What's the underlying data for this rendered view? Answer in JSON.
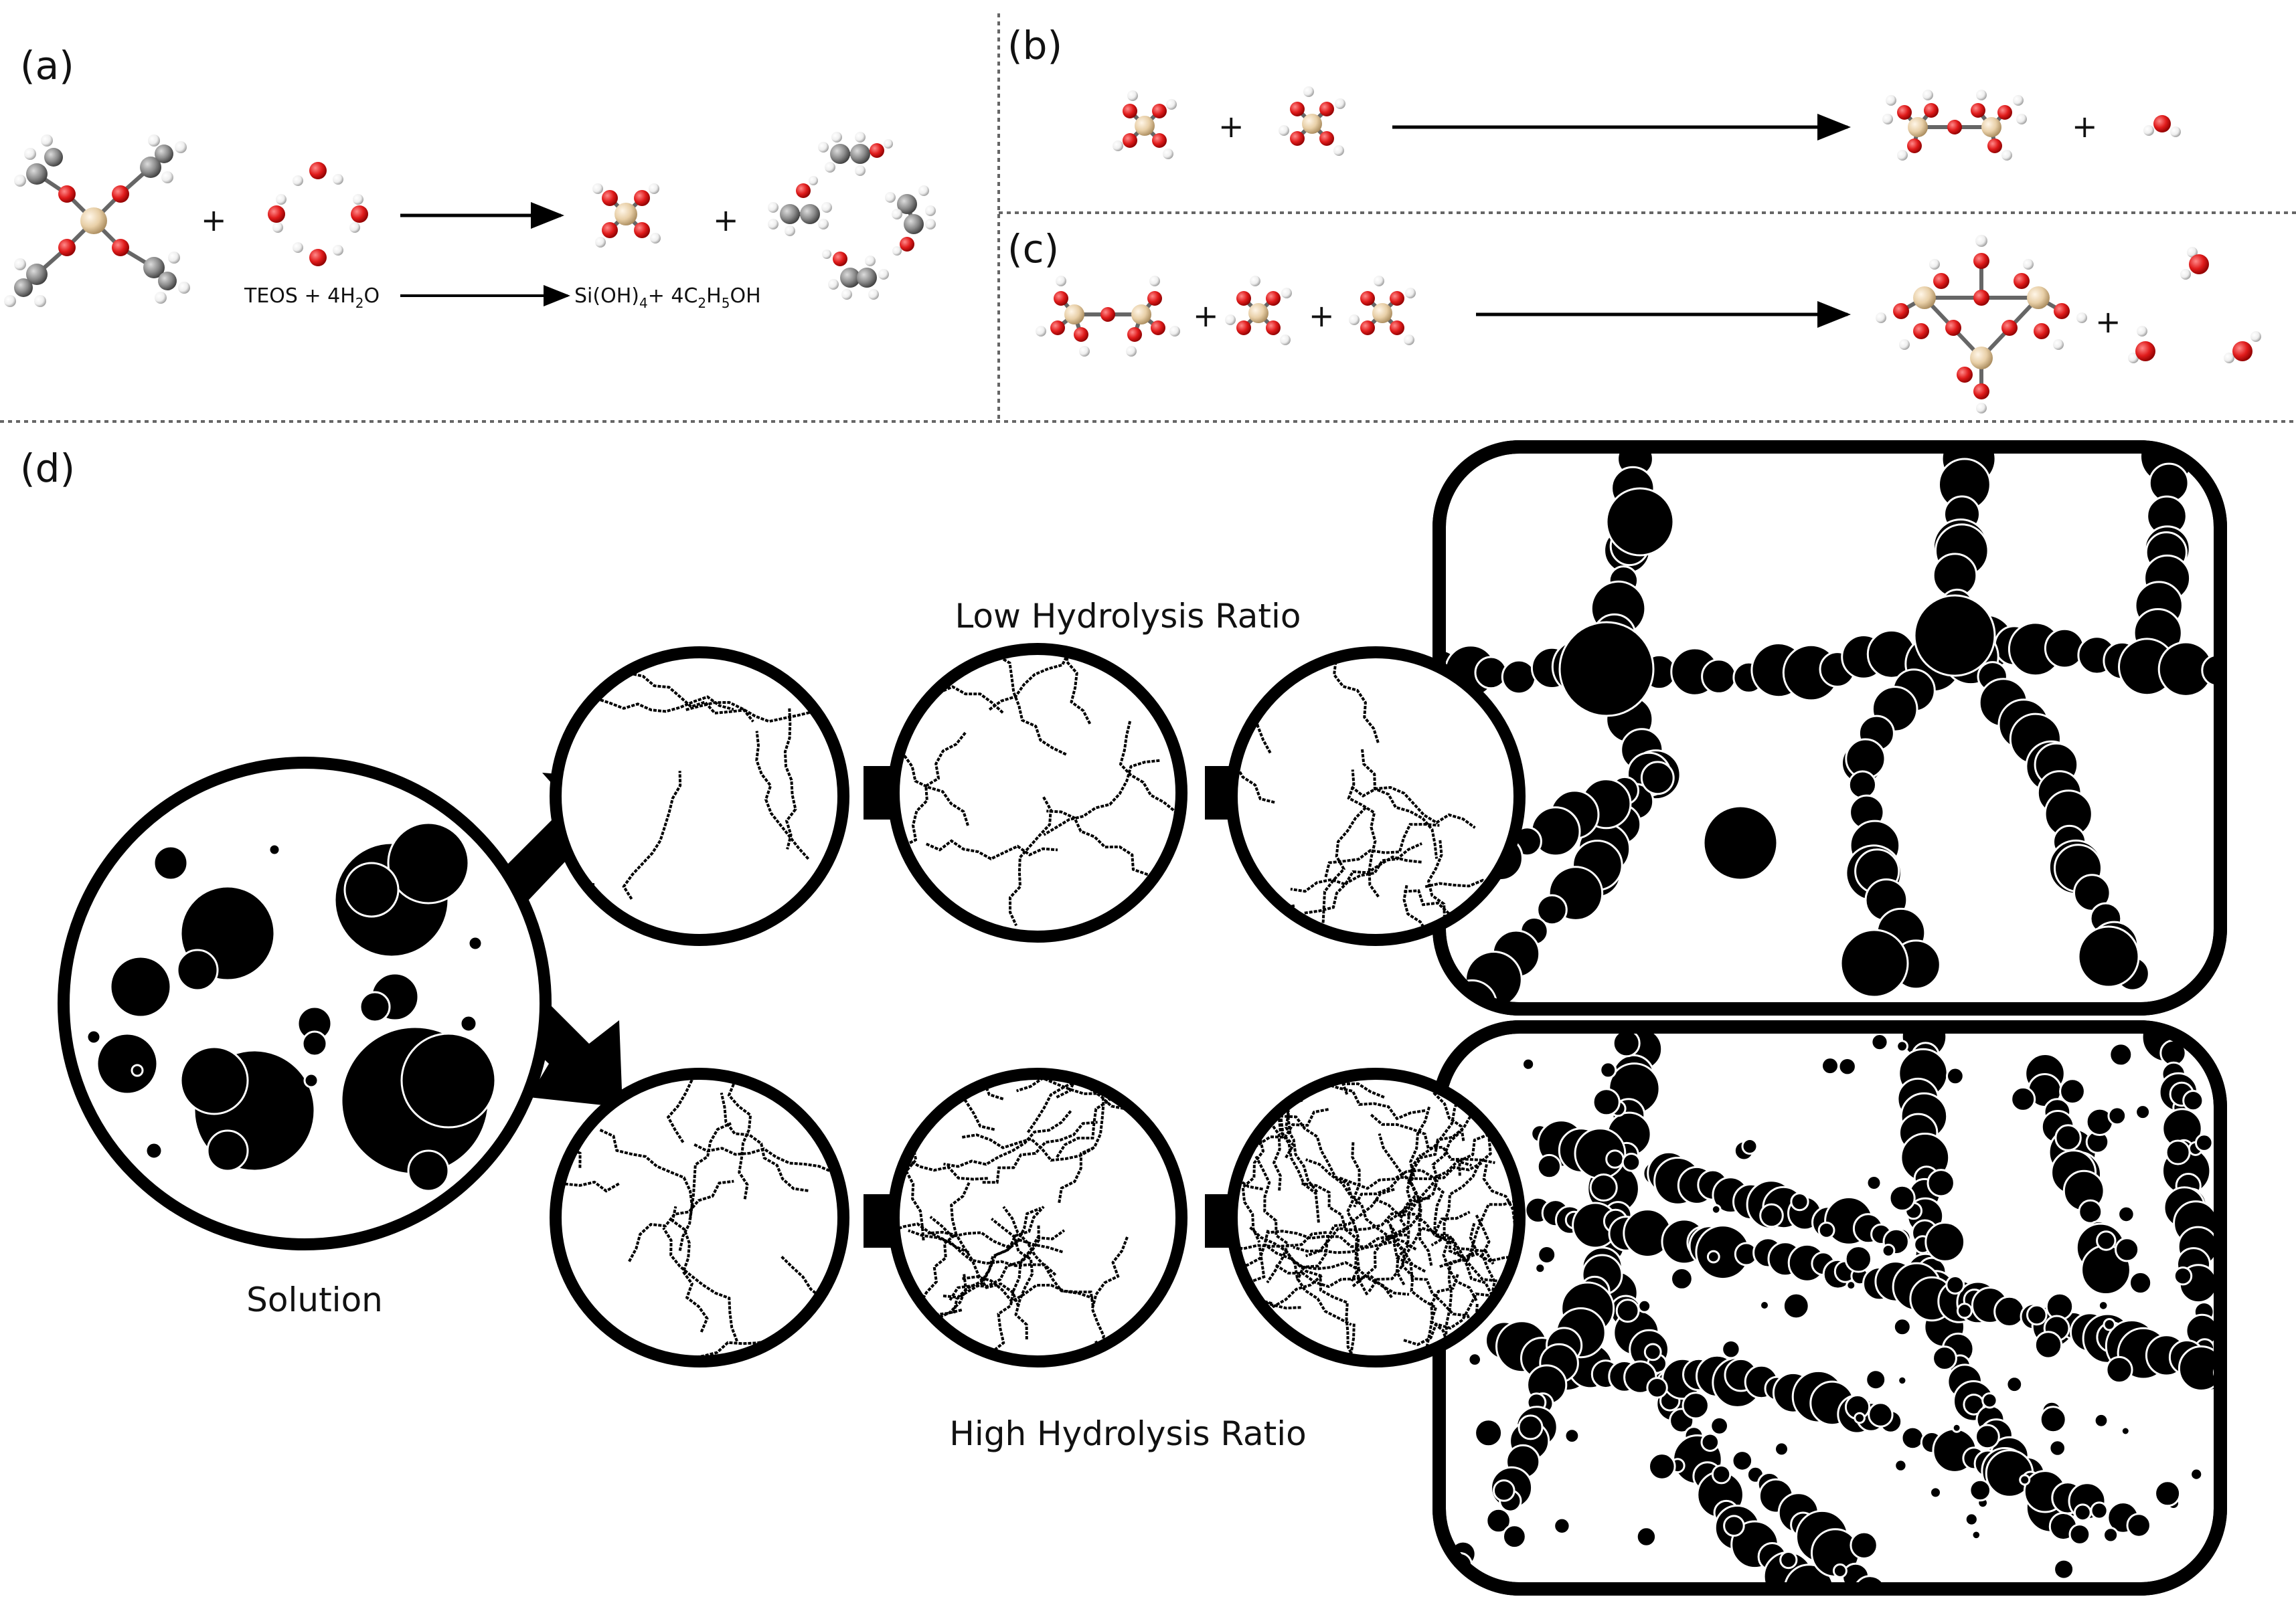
{
  "panels": {
    "a": {
      "label": "(a)",
      "plus": "+",
      "equation": {
        "lhs": "TEOS + 4H",
        "lhs_sub": "2",
        "lhs_tail": "O",
        "rhs_pre": "Si(OH)",
        "rhs_sub1": "4",
        "rhs_mid": "+ 4C",
        "rhs_sub2": "2",
        "rhs_mid2": "H",
        "rhs_sub3": "5",
        "rhs_tail": "OH"
      }
    },
    "b": {
      "label": "(b)",
      "plus": "+"
    },
    "c": {
      "label": "(c)",
      "plus": "+"
    },
    "d": {
      "label": "(d)",
      "solution_caption": "Solution",
      "low_caption": "Low Hydrolysis Ratio",
      "high_caption": "High Hydrolysis Ratio"
    }
  },
  "colors": {
    "oxygen": "#e01b1b",
    "silicon": "#e8cfa7",
    "carbon": "#8c8c8c",
    "hydrogen": "#f2f2f2",
    "ink": "#000000",
    "divider": "#666666"
  }
}
